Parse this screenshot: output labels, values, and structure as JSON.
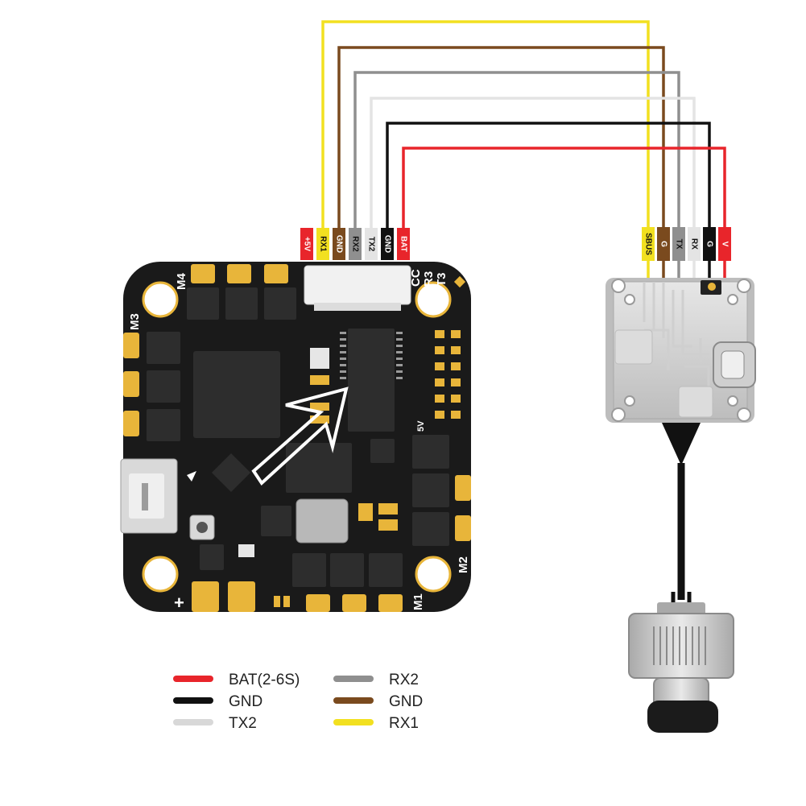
{
  "colors": {
    "red": "#e8252b",
    "black": "#111111",
    "white_wire": "#e4e4e4",
    "gray_wire": "#8f8f8f",
    "brown": "#7a4a1e",
    "yellow": "#f2e020",
    "board": "#1a1a1a",
    "gold": "#e8b53a",
    "vtx_shell": "#d2d2d2"
  },
  "fc": {
    "pin_labels": [
      "+5V",
      "RX1",
      "GND",
      "RX2",
      "TX2",
      "GND",
      "BAT"
    ],
    "edge_labels": {
      "m4": "M4",
      "m3": "M3",
      "m2": "M2",
      "m1": "M1",
      "plus": "+",
      "cc": "CC",
      "r3": "R3",
      "t3": "T3",
      "five_v": "5V"
    }
  },
  "vtx": {
    "pin_labels": [
      "SBUS",
      "G",
      "TX",
      "RX",
      "G",
      "V"
    ]
  },
  "legend": {
    "left": [
      {
        "label": "BAT(2-6S)",
        "color": "#e8252b"
      },
      {
        "label": "GND",
        "color": "#111111"
      },
      {
        "label": "TX2",
        "color": "#d8d8d8"
      }
    ],
    "right": [
      {
        "label": "RX2",
        "color": "#8f8f8f"
      },
      {
        "label": "GND",
        "color": "#7a4a1e"
      },
      {
        "label": "RX1",
        "color": "#f2e020"
      }
    ]
  }
}
